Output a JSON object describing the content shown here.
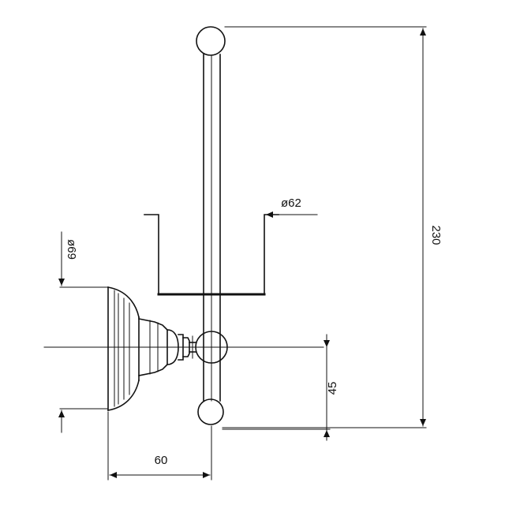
{
  "drawing": {
    "dimensions": {
      "height_total": "230",
      "holder_diameter": "ø62",
      "flange_diameter": "ø69",
      "lower_offset": "45",
      "projection": "60"
    }
  }
}
